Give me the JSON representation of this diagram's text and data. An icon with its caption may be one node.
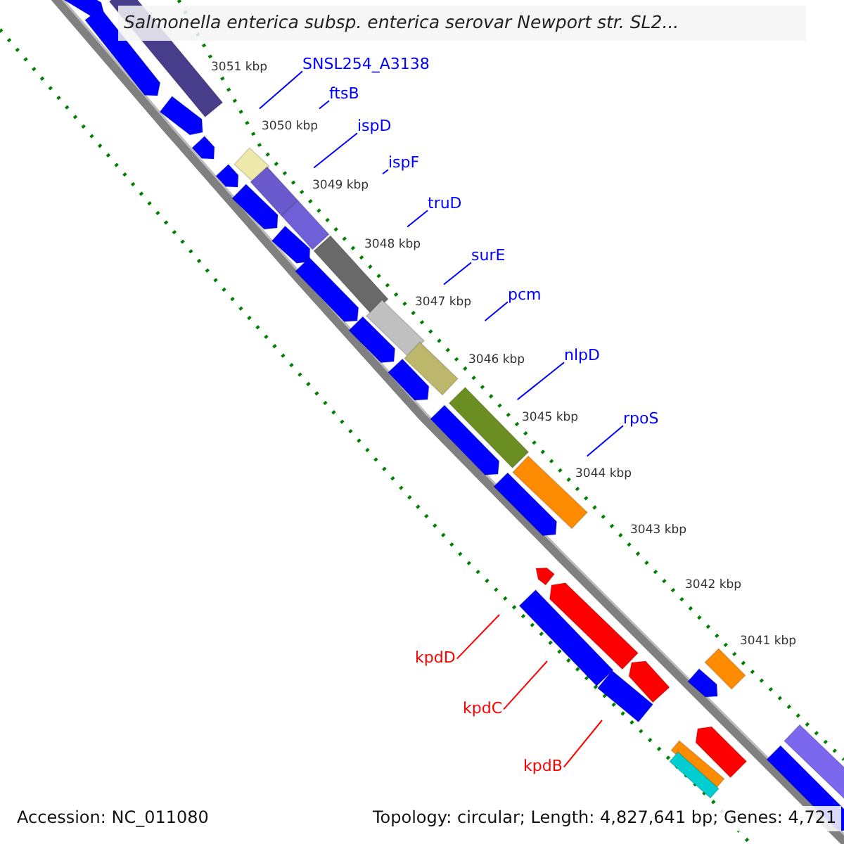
{
  "diagram": {
    "title": "Salmonella enterica subsp. enterica serovar Newport str. SL2...",
    "nodes": [
      {
        "text": [
          "SNSL254_A3138"
        ]
      },
      {
        "text": [
          "ftsB"
        ]
      },
      {
        "text": [
          "ispD"
        ]
      },
      {
        "text": [
          "ispF"
        ]
      },
      {
        "text": [
          "truD"
        ]
      },
      {
        "text": [
          "surE"
        ]
      },
      {
        "text": [
          "pcm"
        ]
      },
      {
        "text": [
          "nlpD"
        ]
      },
      {
        "text": [
          "rpoS"
        ]
      },
      {
        "text": [
          "kpdD"
        ]
      },
      {
        "text": [
          "kpdC"
        ]
      },
      {
        "text": [
          "kpdB"
        ]
      }
    ],
    "edges": [
      {
        "from": 0,
        "to": null,
        "arrow": "none"
      },
      {
        "from": 1,
        "to": null,
        "arrow": "none"
      },
      {
        "from": 2,
        "to": null,
        "arrow": "none"
      },
      {
        "from": 3,
        "to": null,
        "arrow": "none"
      },
      {
        "from": 4,
        "to": null,
        "arrow": "none"
      },
      {
        "from": 5,
        "to": null,
        "arrow": "none"
      },
      {
        "from": 6,
        "to": null,
        "arrow": "none"
      },
      {
        "from": 7,
        "to": null,
        "arrow": "none"
      },
      {
        "from": 8,
        "to": null,
        "arrow": "none"
      },
      {
        "from": 9,
        "to": null,
        "arrow": "none",
        "color": "#ff0000"
      },
      {
        "from": 10,
        "to": null,
        "arrow": "none",
        "color": "#ff0000"
      },
      {
        "from": 11,
        "to": null,
        "arrow": "none",
        "color": "#ff0000"
      }
    ],
    "labels": [
      "3051 kbp",
      "3050 kbp",
      "3049 kbp",
      "3048 kbp",
      "3047 kbp",
      "3046 kbp",
      "3045 kbp",
      "3044 kbp",
      "3043 kbp",
      "3042 kbp",
      "3041 kbp",
      "Accession: NC_011080",
      "Topology: circular; Length: 4,827,641 bp; Genes: 4,721"
    ]
  }
}
